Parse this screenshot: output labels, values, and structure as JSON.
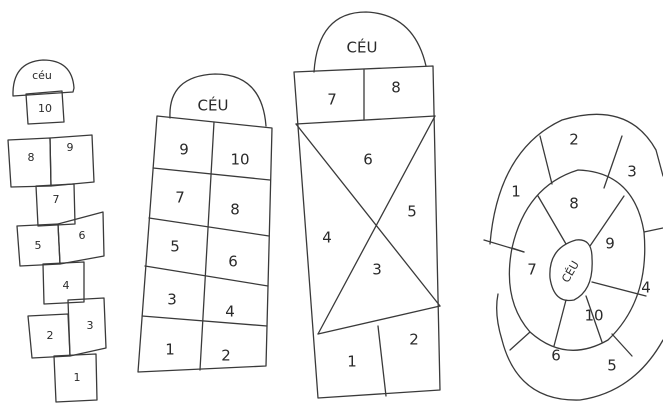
{
  "diagram_1": {
    "sky": "céu",
    "cells": [
      "10",
      "8",
      "9",
      "7",
      "5",
      "6",
      "4",
      "2",
      "3",
      "1"
    ]
  },
  "diagram_2": {
    "sky": "CÉU",
    "cells": [
      "9",
      "10",
      "7",
      "8",
      "5",
      "6",
      "3",
      "4",
      "1",
      "2"
    ]
  },
  "diagram_3": {
    "sky": "CÉU",
    "cells": [
      "7",
      "8",
      "6",
      "4",
      "5",
      "3",
      "1",
      "2"
    ]
  },
  "diagram_4": {
    "sky": "CÉU",
    "cells": [
      "1",
      "2",
      "3",
      "4",
      "5",
      "6",
      "7",
      "8",
      "9",
      "10"
    ]
  }
}
